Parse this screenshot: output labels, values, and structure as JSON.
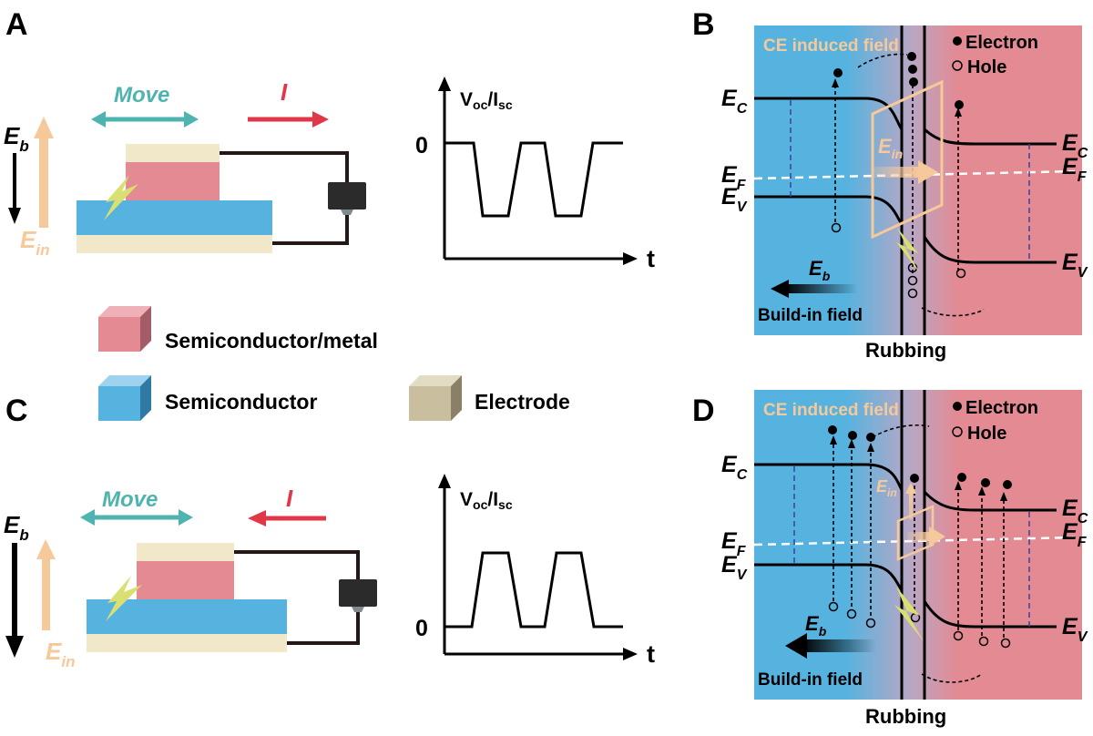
{
  "panels": {
    "A": {
      "label": "A"
    },
    "B": {
      "label": "B"
    },
    "C": {
      "label": "C"
    },
    "D": {
      "label": "D"
    }
  },
  "colors": {
    "semiconductor_blue": "#56b3e0",
    "semiconductor_pink": "#e38a93",
    "electrode_beige": "#f1e8c9",
    "ein_orange": "#f6c99a",
    "move_teal": "#4fb3b0",
    "current_red": "#e03848",
    "spark_yellow": "#d9df70"
  },
  "schematic": {
    "move_label": "Move",
    "current_label": "I",
    "eb_main": "E",
    "eb_sub": "b",
    "ein_main": "E",
    "ein_sub": "in"
  },
  "signal_plot": {
    "ylabel_v": "V",
    "ylabel_v_sub": "oc",
    "ylabel_sep": "/I",
    "ylabel_i_sub": "sc",
    "zero_label": "0",
    "xlabel": "t"
  },
  "legend": {
    "items": [
      {
        "label": "Semiconductor/metal",
        "color": "#e38a93"
      },
      {
        "label": "Semiconductor",
        "color": "#56b3e0"
      },
      {
        "label": "Electrode",
        "color": "#c9bf9e"
      }
    ]
  },
  "band": {
    "ce_field": "CE induced field",
    "electron": "Electron",
    "hole": "Hole",
    "build_in": "Build-in field",
    "rubbing": "Rubbing",
    "ec_main": "E",
    "ec_sub": "C",
    "ef_main": "E",
    "ef_sub": "F",
    "ev_main": "E",
    "ev_sub": "V",
    "eb_main": "E",
    "eb_sub": "b",
    "ein_main": "E",
    "ein_sub": "in"
  },
  "icons": [
    "meter-icon",
    "spark-icon",
    "electron-dot-icon",
    "hole-circle-icon",
    "cube-icon"
  ]
}
